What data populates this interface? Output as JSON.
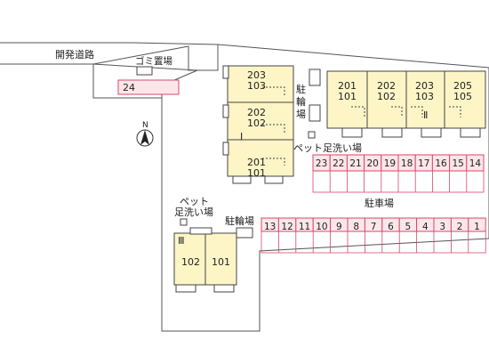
{
  "road_label": "開発道路",
  "garbage_label": "ゴミ置場",
  "compass_letter": "N",
  "building_1": {
    "numeral": "Ⅰ",
    "units": [
      {
        "top": "203",
        "bottom": "103"
      },
      {
        "top": "202",
        "bottom": "102"
      },
      {
        "top": "201",
        "bottom": "101"
      }
    ]
  },
  "building_2": {
    "numeral": "Ⅱ",
    "units": [
      {
        "top": "201",
        "bottom": "101"
      },
      {
        "top": "202",
        "bottom": "102"
      },
      {
        "top": "203",
        "bottom": "103"
      },
      {
        "top": "205",
        "bottom": "105"
      }
    ]
  },
  "building_3": {
    "numeral": "Ⅲ",
    "units": [
      "102",
      "101"
    ]
  },
  "bike_parking_top": [
    "駐",
    "輪",
    "場"
  ],
  "bike_parking_left": "駐輪場",
  "pet_wash_right": "ペット足洗い場",
  "pet_wash_left": [
    "ペット",
    "足洗い場"
  ],
  "parking_label": "駐車場",
  "row_top": [
    "23",
    "22",
    "21",
    "20",
    "19",
    "18",
    "17",
    "16",
    "15",
    "14"
  ],
  "row_bottom": [
    "13",
    "12",
    "11",
    "10",
    "9",
    "8",
    "7",
    "6",
    "5",
    "4",
    "3",
    "2",
    "1"
  ],
  "spot_24": "24",
  "colors": {
    "building_fill": "#fdf5c6",
    "parking_fill": "#fde6ea",
    "parking_stroke": "#d44a6a",
    "line": "#444444"
  }
}
